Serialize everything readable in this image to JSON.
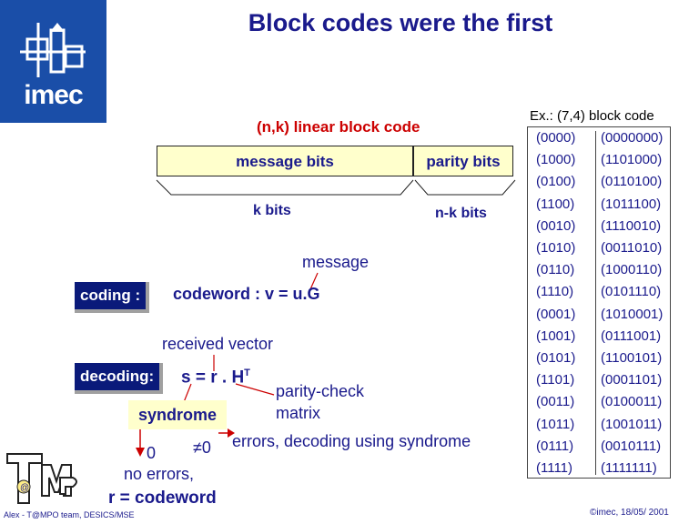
{
  "slide": {
    "title": "Block codes were the first",
    "logo_text": "imec",
    "code_label": "(n,k) linear block code",
    "message_bits": "message bits",
    "parity_bits": "parity bits",
    "k_bits": "k bits",
    "nk_bits": "n-k bits",
    "coding_badge": "coding :",
    "message_word": "message",
    "codeword_formula": "codeword : v = u.G",
    "received_vector": "received vector",
    "decoding_badge": "decoding:",
    "s_formula": "s = r . H",
    "s_formula_sup": "T",
    "parity_check_line1": "parity-check",
    "parity_check_line2": "matrix",
    "syndrome": "syndrome",
    "zero": "0",
    "not_zero": "≠0",
    "errors_text": "errors, decoding using syndrome",
    "no_errors": "no errors,",
    "r_codeword": "r = codeword",
    "footer_left": "Alex - T@MPO team, DESICS/MSE",
    "footer_right": "©imec, 18/05/ 2001",
    "colors": {
      "navy": "#1a1a8c",
      "red": "#cc0000",
      "box_fill": "#ffffcc",
      "logo_blue": "#1a4ea8"
    }
  },
  "example": {
    "title": "Ex.: (7,4) block code",
    "rows": [
      {
        "message": "(0000)",
        "codeword": "(0000000)"
      },
      {
        "message": "(1000)",
        "codeword": "(1101000)"
      },
      {
        "message": "(0100)",
        "codeword": "(0110100)"
      },
      {
        "message": "(1100)",
        "codeword": "(1011100)"
      },
      {
        "message": "(0010)",
        "codeword": "(1110010)"
      },
      {
        "message": "(1010)",
        "codeword": "(0011010)"
      },
      {
        "message": "(0110)",
        "codeword": "(1000110)"
      },
      {
        "message": "(1110)",
        "codeword": "(0101110)"
      },
      {
        "message": "(0001)",
        "codeword": "(1010001)"
      },
      {
        "message": "(1001)",
        "codeword": "(0111001)"
      },
      {
        "message": "(0101)",
        "codeword": "(1100101)"
      },
      {
        "message": "(1101)",
        "codeword": "(0001101)"
      },
      {
        "message": "(0011)",
        "codeword": "(0100011)"
      },
      {
        "message": "(1011)",
        "codeword": "(1001011)"
      },
      {
        "message": "(0111)",
        "codeword": "(0010111)"
      },
      {
        "message": "(1111)",
        "codeword": "(1111111)"
      }
    ]
  }
}
